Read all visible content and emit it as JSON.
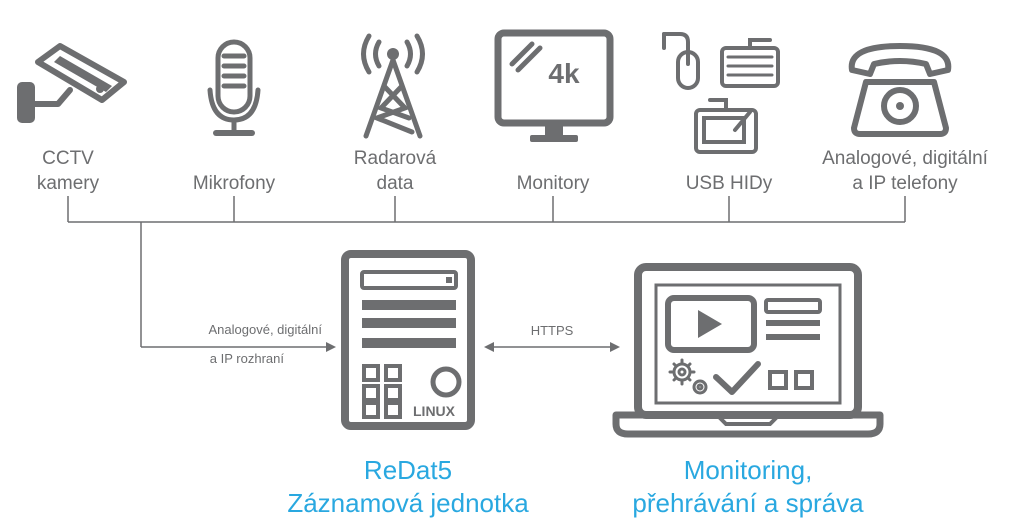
{
  "devices": [
    {
      "icon": "cctv-camera-icon",
      "line1": "CCTV",
      "line2": "kamery"
    },
    {
      "icon": "microphone-icon",
      "line1": "",
      "line2": "Mikrofony"
    },
    {
      "icon": "radar-tower-icon",
      "line1": "Radarová",
      "line2": "data"
    },
    {
      "icon": "monitor-icon",
      "line1": "",
      "line2": "Monitory"
    },
    {
      "icon": "usb-hid-icon",
      "line1": "",
      "line2": "USB HIDy"
    },
    {
      "icon": "telephone-icon",
      "line1": "Analogové, digitální",
      "line2": "a IP telefony"
    }
  ],
  "monitor_badge": "4k",
  "connection": {
    "line1": "Analogové, digitální",
    "line2": "a IP rozhraní"
  },
  "protocol": "HTTPS",
  "server": {
    "os_label": "LINUX",
    "title_line1": "ReDat5",
    "title_line2": "Záznamová jednotka"
  },
  "client": {
    "title_line1": "Monitoring,",
    "title_line2": "přehrávání a správa"
  },
  "colors": {
    "gray": "#6d6e70",
    "accent": "#29a8e0"
  }
}
